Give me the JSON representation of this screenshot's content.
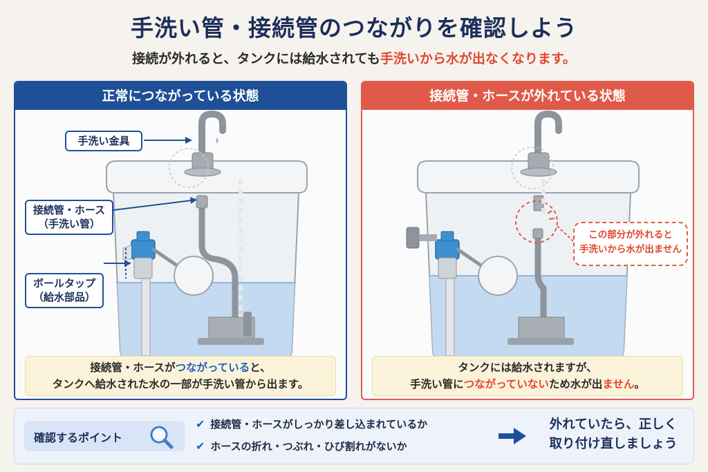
{
  "title": "手洗い管・接続管のつながりを確認しよう",
  "subtitle": {
    "prefix": "接続が外れると、タンクには給水されても",
    "highlight": "手洗いから水が出なくなります。"
  },
  "left_panel": {
    "header": "正常につながっている状態",
    "labels": {
      "faucet": "手洗い金具",
      "pipe_line1": "接続管・ホース",
      "pipe_line2": "（手洗い管）",
      "ballcock_line1": "ボールタップ",
      "ballcock_line2": "（給水部品）"
    },
    "note": {
      "l1a": "接続管・ホースが",
      "l1b": "つながっている",
      "l1c": "と、",
      "l2": "タンクへ給水された水の一部が手洗い管から出ます。"
    }
  },
  "right_panel": {
    "header": "接続管・ホースが外れている状態",
    "callout_line1": "この部分が外れると",
    "callout_line2": "手洗いから水が出ません",
    "note": {
      "l1": "タンクには給水されますが、",
      "l2a": "手洗い管に",
      "l2b": "つながっていない",
      "l2c": "ため水が出",
      "l2d": "ません",
      "l2e": "。"
    }
  },
  "bottom": {
    "check_label": "確認するポイント",
    "items": [
      "接続管・ホースがしっかり差し込まれているか",
      "ホースの折れ・つぶれ・ひび割れがないか"
    ],
    "final_line1": "外れていたら、正しく",
    "final_line2": "取り付け直しましょう"
  },
  "colors": {
    "navy": "#1f4f96",
    "red": "#e05a4a",
    "water": "#bcd6ee"
  }
}
